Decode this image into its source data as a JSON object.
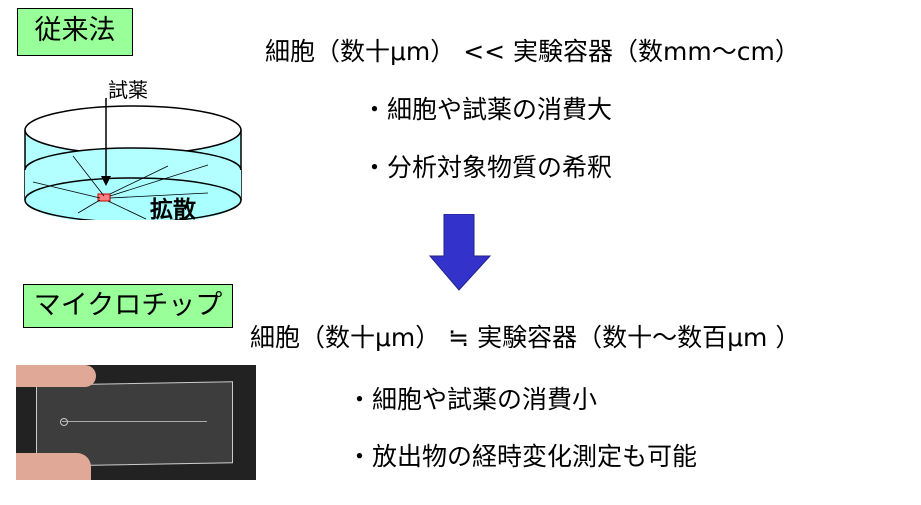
{
  "conventional": {
    "label": "従来法",
    "reagent_label": "試薬",
    "diffusion_label": "拡散",
    "comparison": "細胞（数十μm） << 実験容器（数mm～cm）",
    "bullets": [
      "・細胞や試薬の消費大",
      "・分析対象物質の希釈"
    ]
  },
  "microchip": {
    "label": "マイクロチップ",
    "comparison": "細胞（数十μm） ≒ 実験容器（数十～数百μm ）",
    "bullets": [
      "・細胞や試薬の消費小",
      "・放出物の経時変化測定も可能"
    ]
  },
  "colors": {
    "label_bg": "#99ff99",
    "arrow": "#3333cc",
    "liquid": "#b3ffff"
  }
}
